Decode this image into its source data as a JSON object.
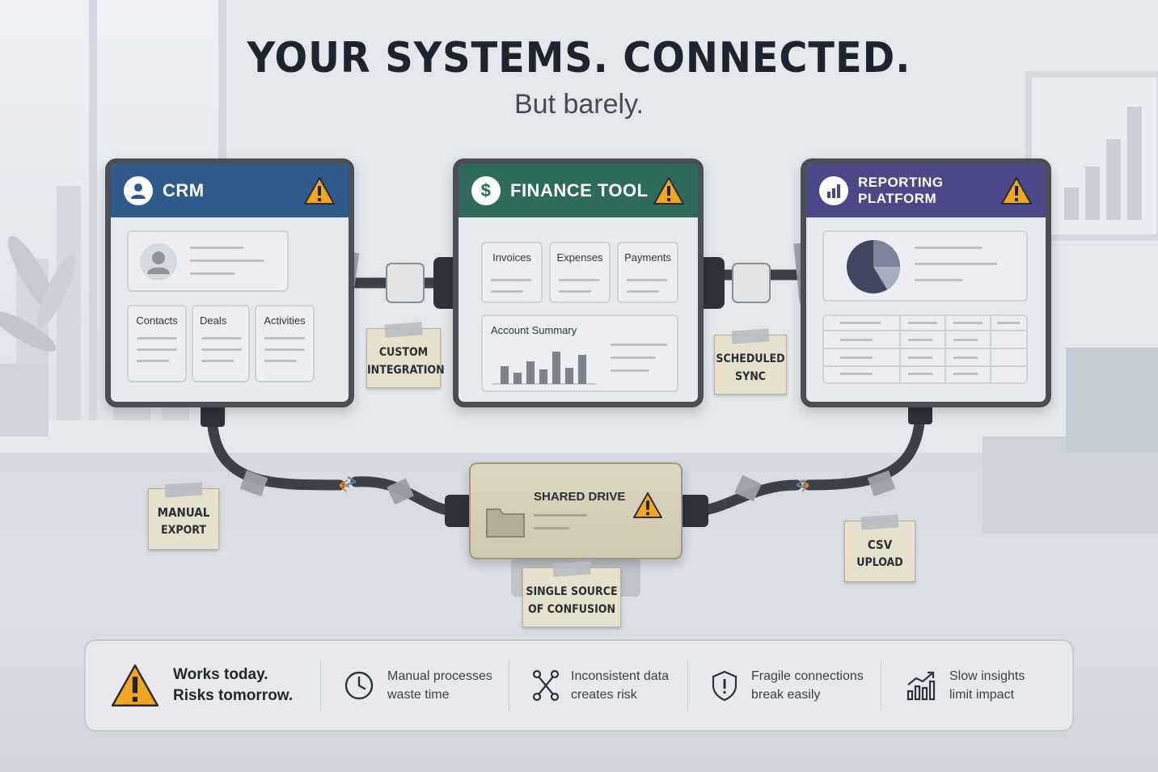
{
  "title": "YOUR SYSTEMS. CONNECTED.",
  "subtitle": "But barely.",
  "panels": {
    "crm": {
      "title": "CRM",
      "accent": "#2f5a8a",
      "cards": [
        "Contacts",
        "Deals",
        "Activities"
      ]
    },
    "finance": {
      "title": "FINANCE TOOL",
      "accent": "#2e6b5c",
      "cards": [
        "Invoices",
        "Expenses",
        "Payments"
      ],
      "summary": "Account Summary"
    },
    "reporting": {
      "title": "REPORTING PLATFORM",
      "accent": "#4a4889"
    }
  },
  "connections": {
    "custom_integration": [
      "CUSTOM",
      "INTEGRATION"
    ],
    "scheduled_sync": [
      "SCHEDULED",
      "SYNC"
    ],
    "manual_export": [
      "MANUAL",
      "EXPORT"
    ],
    "csv_upload": [
      "CSV",
      "UPLOAD"
    ],
    "single_source": [
      "SINGLE SOURCE",
      "OF CONFUSION"
    ]
  },
  "shared_drive": {
    "title": "SHARED DRIVE"
  },
  "bottom_bar": {
    "headline": [
      "Works today.",
      "Risks tomorrow."
    ],
    "items": [
      {
        "icon": "clock-icon",
        "lines": [
          "Manual processes",
          "waste time"
        ]
      },
      {
        "icon": "branch-icon",
        "lines": [
          "Inconsistent data",
          "creates risk"
        ]
      },
      {
        "icon": "shield-alert-icon",
        "lines": [
          "Fragile connections",
          "break easily"
        ]
      },
      {
        "icon": "chart-growth-icon",
        "lines": [
          "Slow insights",
          "limit impact"
        ]
      }
    ]
  },
  "colors": {
    "warning": "#f0a623",
    "cable": "#3c4047",
    "tag": "#e7e0cc"
  }
}
